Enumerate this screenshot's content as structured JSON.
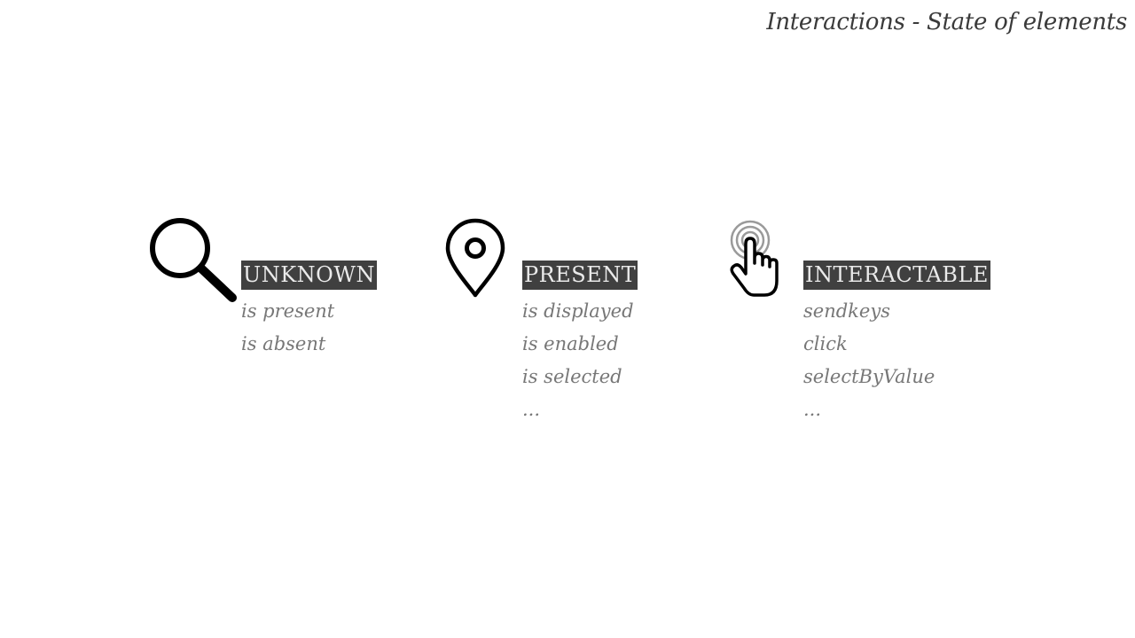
{
  "title": "Interactions - State of elements",
  "states": [
    {
      "heading": "UNKNOWN",
      "items": [
        "is present",
        "is absent"
      ],
      "icon": "magnifier-icon"
    },
    {
      "heading": "PRESENT",
      "items": [
        "is displayed",
        "is enabled",
        "is selected",
        "..."
      ],
      "icon": "location-pin-icon"
    },
    {
      "heading": "INTERACTABLE",
      "items": [
        "sendkeys",
        "click",
        "selectByValue",
        "..."
      ],
      "icon": "tap-hand-icon"
    }
  ],
  "colors": {
    "heading_bg": "#404040",
    "heading_text": "#eaeaea",
    "item_text": "#777777",
    "title_text": "#3a3a3a",
    "icon": "#000000"
  }
}
